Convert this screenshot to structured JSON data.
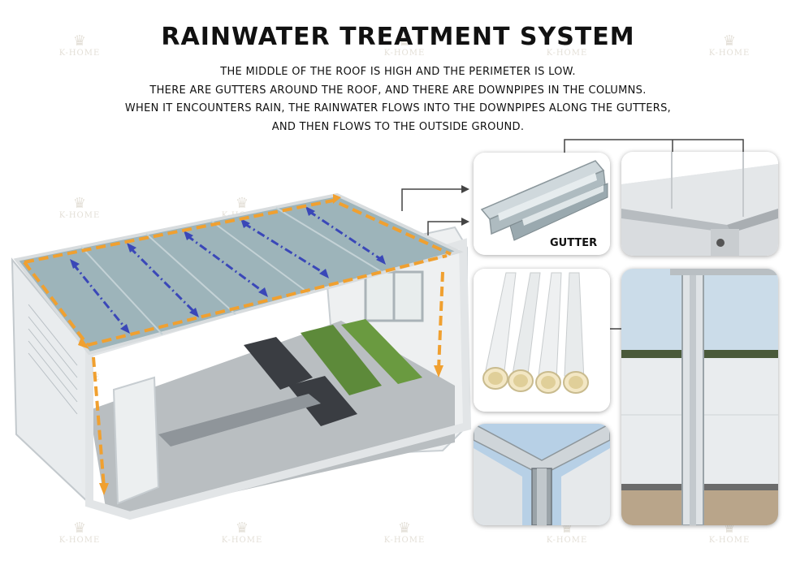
{
  "header": {
    "title": "RAINWATER TREATMENT SYSTEM",
    "lines": [
      "THE MIDDLE OF THE ROOF IS HIGH AND THE PERIMETER IS LOW.",
      "THERE ARE GUTTERS AROUND THE ROOF, AND THERE ARE DOWNPIPES IN THE COLUMNS.",
      "WHEN IT ENCOUNTERS RAIN, THE RAINWATER FLOWS INTO THE DOWNPIPES ALONG THE GUTTERS,",
      "AND THEN FLOWS TO THE OUTSIDE GROUND."
    ]
  },
  "watermark": "K-HOME",
  "labels": {
    "gutter": "GUTTER"
  },
  "colors": {
    "flow_arrow": "#f0a030",
    "ridge_arrow": "#3a47b8",
    "roof": "#9fb6bc",
    "callout_line": "#444444"
  }
}
